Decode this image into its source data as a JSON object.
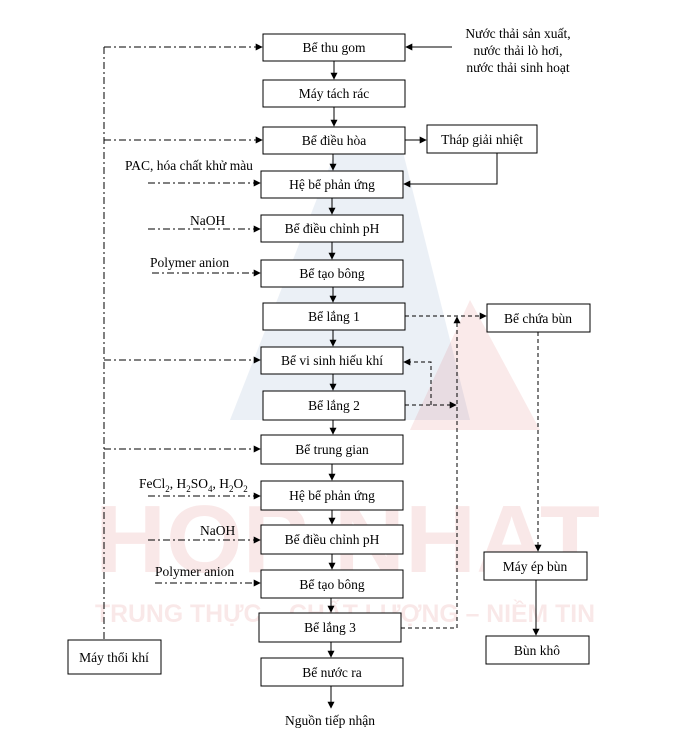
{
  "watermark": {
    "brand": "HOP NHAT",
    "slogan": "TRUNG THỰC – CHẤT LƯỢNG – NIỀM TIN",
    "brand_color": "#d9534f",
    "logo_color": "#3b6ea8"
  },
  "main_chain": {
    "boxes": [
      "Bể thu gom",
      "Máy tách rác",
      "Bể điều hòa",
      "Hệ bể phản ứng",
      "Bể điều chỉnh pH",
      "Bể tạo bông",
      "Bể lắng 1",
      "Bể vi sinh hiếu khí",
      "Bể lắng 2",
      "Bể trung gian",
      "Hệ bể phản ứng",
      "Bể điều chỉnh pH",
      "Bể tạo bông",
      "Bể lắng 3",
      "Bể nước ra"
    ],
    "outlet": "Nguồn tiếp nhận"
  },
  "inputs": {
    "wastewater_line1": "Nước thải sản xuất,",
    "wastewater_line2": "nước thải lò hơi,",
    "wastewater_line3": "nước thải sinh hoạt"
  },
  "side_boxes": {
    "cooling_tower": "Tháp giải nhiệt",
    "sludge_tank": "Bể chứa bùn",
    "sludge_press": "Máy ép bùn",
    "dry_sludge": "Bùn khô",
    "air_blower": "Máy thổi khí"
  },
  "chemicals": {
    "pac": "PAC, hóa chất khử màu",
    "naoh_1": "NaOH",
    "polymer_1": "Polymer anion",
    "fenton_fecl": "FeCl",
    "fenton_sub2a": "2",
    "fenton_h2so": ", H",
    "fenton_sub2b": "2",
    "fenton_so": "SO",
    "fenton_sub4": "4",
    "fenton_h2o": ", H",
    "fenton_sub2c": "2",
    "fenton_o": "O",
    "fenton_sub2d": "2",
    "naoh_2": "NaOH",
    "polymer_2": "Polymer anion"
  }
}
